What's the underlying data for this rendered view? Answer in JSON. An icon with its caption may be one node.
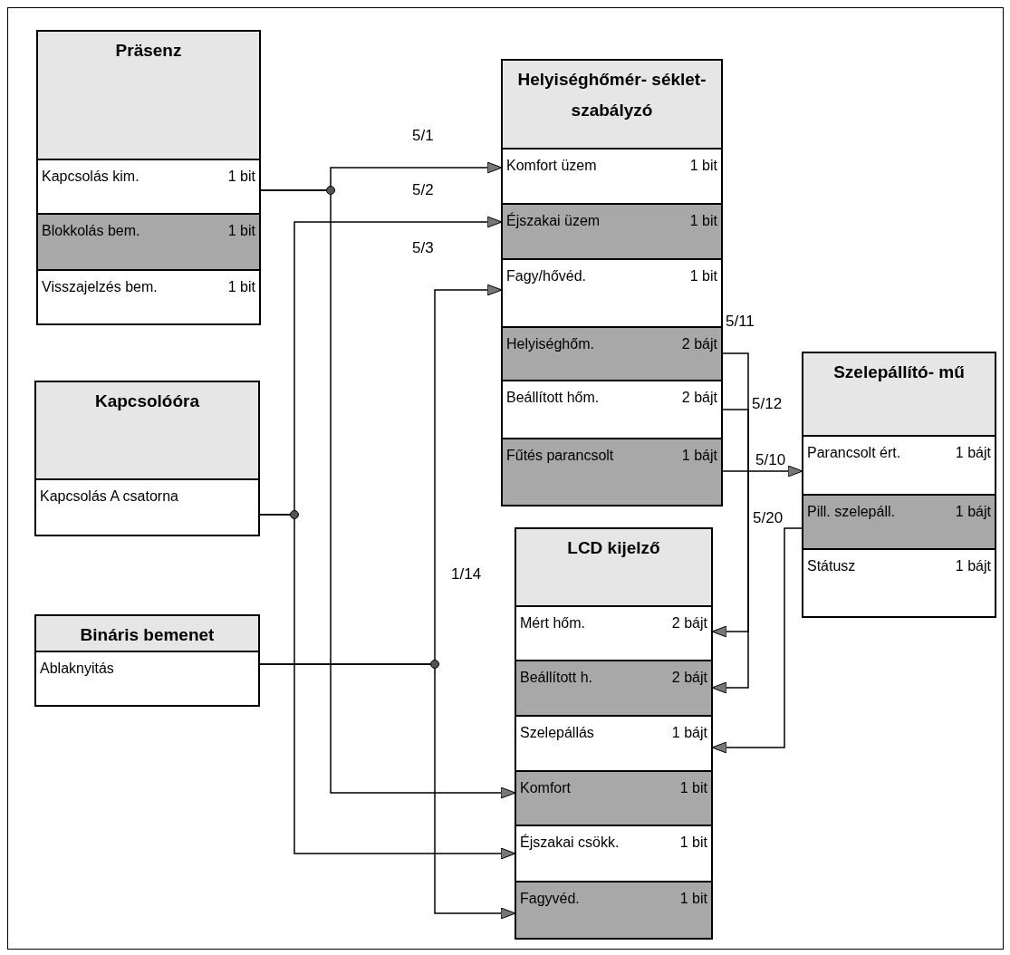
{
  "diagram": {
    "nodes": [
      {
        "text": [
          "Präsenz"
        ]
      },
      {
        "text": [
          "Kapcsolás kim.",
          "1 bit"
        ],
        "in": 0
      },
      {
        "text": [
          "Blokkolás bem.",
          "1 bit"
        ],
        "in": 0
      },
      {
        "text": [
          "Visszajelzés bem.",
          "1 bit"
        ],
        "in": 0
      },
      {
        "text": [
          "Helyiséghőmér- séklet-szabályzó"
        ]
      },
      {
        "text": [
          "Komfort üzem",
          "1 bit"
        ],
        "in": 4
      },
      {
        "text": [
          "Éjszakai üzem",
          "1 bit"
        ],
        "in": 4
      },
      {
        "text": [
          "Fagy/hővéd.",
          "1 bit"
        ],
        "in": 4
      },
      {
        "text": [
          "Helyiséghőm.",
          "2 bájt"
        ],
        "in": 4
      },
      {
        "text": [
          "Beállított hőm.",
          "2 bájt"
        ],
        "in": 4
      },
      {
        "text": [
          "Fűtés parancsolt",
          "1 bájt"
        ],
        "in": 4
      },
      {
        "text": [
          "Kapcsolóóra"
        ]
      },
      {
        "text": [
          "Kapcsolás A csatorna"
        ],
        "in": 11
      },
      {
        "text": [
          "Szelepállító- mű"
        ]
      },
      {
        "text": [
          "Parancsolt ért.",
          "1 bájt"
        ],
        "in": 13
      },
      {
        "text": [
          "Pill. szelepáll.",
          "1 bájt"
        ],
        "in": 13
      },
      {
        "text": [
          "Státusz",
          "1 bájt"
        ],
        "in": 13
      },
      {
        "text": [
          "LCD kijelző"
        ]
      },
      {
        "text": [
          "Mért hőm.",
          "2 bájt"
        ],
        "in": 17
      },
      {
        "text": [
          "Beállított h.",
          "2 bájt"
        ],
        "in": 17
      },
      {
        "text": [
          "Szelepállás",
          "1 bájt"
        ],
        "in": 17
      },
      {
        "text": [
          "Komfort",
          "1 bit"
        ],
        "in": 17
      },
      {
        "text": [
          "Éjszakai csökk.",
          "1 bit"
        ],
        "in": 17
      },
      {
        "text": [
          "Fagyvéd.",
          "1 bit"
        ],
        "in": 17
      },
      {
        "text": [
          "Bináris bemenet"
        ]
      },
      {
        "text": [
          "Ablaknyitás"
        ],
        "in": 24
      }
    ],
    "edges": [
      {
        "from": 1,
        "to": 5,
        "arrow": "to",
        "label": "5/1"
      },
      {
        "from": 1,
        "to": 21,
        "arrow": "to"
      },
      {
        "from": 12,
        "to": 6,
        "arrow": "to",
        "label": "5/2"
      },
      {
        "from": 12,
        "to": 22,
        "arrow": "to"
      },
      {
        "from": 25,
        "to": 7,
        "arrow": "to",
        "label": "5/3"
      },
      {
        "from": 25,
        "to": 23,
        "arrow": "to"
      },
      {
        "from": 8,
        "to": 18,
        "arrow": "to",
        "label": "5/11"
      },
      {
        "from": 9,
        "to": 19,
        "arrow": "to",
        "label": "5/12"
      },
      {
        "from": 10,
        "to": 14,
        "arrow": "to",
        "label": "5/10"
      },
      {
        "from": 15,
        "to": 20,
        "arrow": "to",
        "label": "5/20"
      }
    ],
    "labels": [
      "1/14"
    ]
  }
}
